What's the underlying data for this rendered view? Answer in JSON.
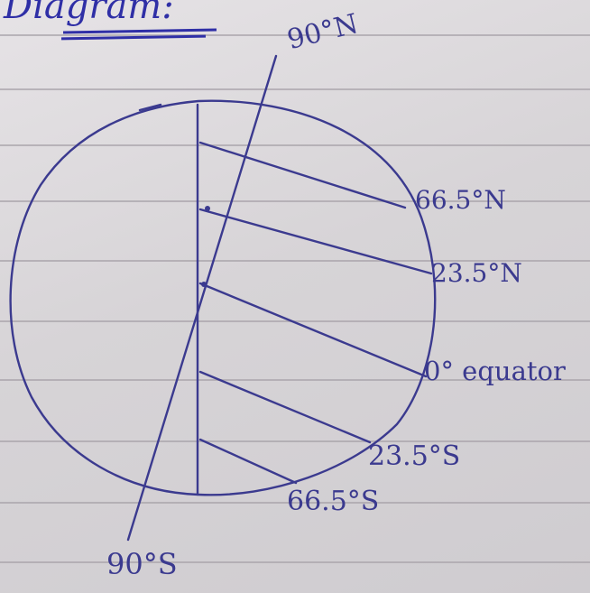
{
  "heading": "Diagram:",
  "labels": {
    "north_pole": "90°N",
    "arctic_circle": "66.5°N",
    "tropic_cancer": "23.5°N",
    "equator": "0° equator",
    "tropic_capricorn": "23.5°S",
    "antarctic_circle": "66.5°S",
    "south_pole": "90°S"
  },
  "ink_color": "#3b3a8f"
}
